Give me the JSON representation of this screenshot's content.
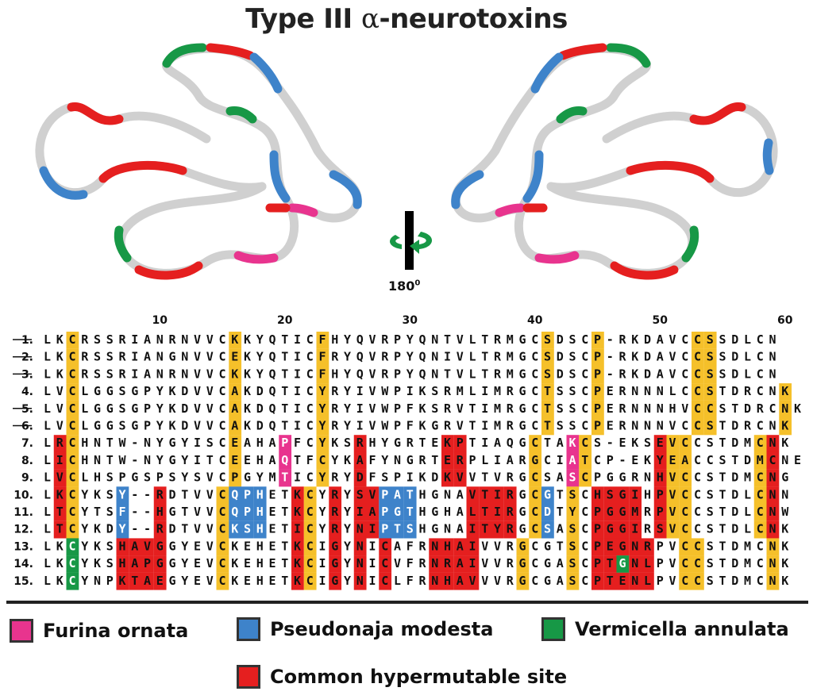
{
  "figure": {
    "title_main": "Type III ",
    "title_alpha": "α",
    "title_tail": "-neurotoxins",
    "rotation_label": "180",
    "rotation_sup": "0"
  },
  "colors": {
    "conserved_cysteine": "#F5C02A",
    "furina_ornata": "#E8348E",
    "pseudonaja_modesta": "#3E83CA",
    "vermicella_annulata": "#179846",
    "hypermutable": "#E51F1F",
    "backbone": "#D4D4D4"
  },
  "alignment": {
    "position_labels": [
      "10",
      "20",
      "30",
      "40",
      "50",
      "60"
    ],
    "rows": [
      {
        "label": "1.",
        "strike": true,
        "seq": "LKCRSSRIANRNVVCKKYQTICFHYQVRPYQNTVLTRMGCSDSCP-RKDAVCCSSDLCN",
        "marks": "..Y............Y......Y.................Y...Y.......YY.....Y.."
      },
      {
        "label": "2.",
        "strike": true,
        "seq": "LKCRSSRIANGNVVCEKYQTICFRYQVRPYQNIVLTRMGCSDSCP-RKDAVCCSSDLCN",
        "marks": "..Y............Y......Y.................Y...Y.......YY.....Y.."
      },
      {
        "label": "3.",
        "strike": true,
        "seq": "LKCRSSRIANRNVVCKKYQTICFHYQVRPYQNTVLTRMGCSDSCP-RKDAVCCSSDLCN",
        "marks": "..Y............Y......Y.................Y...Y.......YY.....Y.."
      },
      {
        "label": "4.",
        "strike": false,
        "seq": "LVCLGGSGPYKDVVCAKDQTICYRYIVWPIKSRMLIMRGCTSSCPERNNNLCCSTDRCNK",
        "marks": "..Y............Y......Y.................Y...Y.......YY.....Y.."
      },
      {
        "label": "5.",
        "strike": true,
        "seq": "LVCLGGSGPYKDVVCAKDQTICYRYIVWPFKSRVTIMRGCTSSCPERNNNHVCCSTDRCNK",
        "marks": "..Y............Y......Y.................Y...Y.......YY.....Y.."
      },
      {
        "label": "6.",
        "strike": true,
        "seq": "LVCLGGSGPYKDVVCAKDQTICYRYIVWPFKGRVTIMRGCTSSCPERNNNVCCSTDRCNK",
        "marks": "..Y............Y......Y.................Y...Y.......YY.....Y.."
      },
      {
        "label": "7.",
        "strike": false,
        "seq": "LRCHNTW-NYGYISCEAHAPFCYKSRHYGRTEKPTIAQGCTAKCS-EKSEVCCSTDMCNK",
        "marks": ".RY............Y...P..Y..R......RR.....Y..PY.....RYY.....YR"
      },
      {
        "label": "8.",
        "strike": false,
        "seq": "LICHNTW-NYGYITCEEHAQTFCYKAFYNGRTERPLIARGCIATCP-EKYEACCSTDMCNE",
        "marks": ".RY............Y...P..Y..R......RR.....Y..PY.....RYY.....YR"
      },
      {
        "label": "9.",
        "strike": false,
        "seq": "LVCLHSPGSPSYSVCPGYMTICYRYDFSPIKDKVVTVRGCSASCPGGRNHVCCSTDMCNG",
        "marks": ".RY............Y...P..Y..R......RR.....Y..PY.....RYY.....YR"
      },
      {
        "label": "10.",
        "strike": false,
        "seq": "LKCYKSY--RDTVVCQPHETKCYRYSVPATHGNAVTIRGCGTSCHSGIHPVCCSTDLCNN",
        "marks": ".RY...B..R....YBBB..RY.R.RRBBB....RRRR.YB.Y.RRRR.RYY.....YR"
      },
      {
        "label": "11.",
        "strike": false,
        "seq": "LTCYTSF--HGTVVCQPHETKCYRYIAPGTHGHALTIRGCDTYCPGGMRPVCCSTDLCNW",
        "marks": ".RY...B..R....YBBB..RY.R.RRBBB....RRRR.YB.Y.RRRR.RYY.....YR"
      },
      {
        "label": "12.",
        "strike": false,
        "seq": "LTCYKDY--RDTVVCKSHETICYRYNIPTSHGNAITYRGCSASCPGGIRSVCCSTDLCNK",
        "marks": ".RY...B..R....YBBB..RY.R.RRBBB....RRRR.YB.Y.RRRR.RYY.....YR"
      },
      {
        "label": "13.",
        "strike": false,
        "seq": "LKCYKSHAVGGYEVCKEHETKCIGYNICAFRNHAIVVRGCGTSCPEGNRPVCCSTDMCNK",
        "marks": "..G...RRRR....Y.....RY.R.R.R...RRRR...Y...Y.RRRRR..YY.....Y.."
      },
      {
        "label": "14.",
        "strike": false,
        "seq": "LKCYKSHAPGGYEVCKEHETKCIGYNICVFRNRAIVVRGCGASCPTGNLPVCCSTDMCNK",
        "marks": "..G...RRRR....Y.....RY.R.R.R...RRRR...Y...Y.RRGRR..YY.....Y.."
      },
      {
        "label": "15.",
        "strike": false,
        "seq": "LKCYNPKTAEGYEVCKEHETKCIGYNICLFRNHAVVVRGCGASCPTENLPVCCSTDMCNK",
        "marks": "..G...RRRR....Y.....RY.R.R.R...RRRR...Y...Y.RRRRR..YY.....Y.."
      }
    ]
  },
  "legend": [
    {
      "key": "furina",
      "label": "Furina ornata",
      "color": "#E8348E"
    },
    {
      "key": "pseudonaja",
      "label": "Pseudonaja modesta",
      "color": "#3E83CA"
    },
    {
      "key": "vermicella",
      "label": "Vermicella annulata",
      "color": "#179846"
    },
    {
      "key": "hyper",
      "label": "Common hypermutable site",
      "color": "#E51F1F"
    }
  ]
}
